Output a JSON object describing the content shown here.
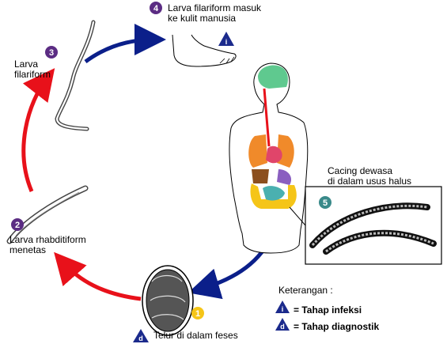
{
  "stages": [
    {
      "number": "1",
      "badge_color": "#f5c518",
      "lines": [
        "Telur di dalam feses"
      ],
      "marker": "d"
    },
    {
      "number": "2",
      "badge_color": "#5b2c83",
      "lines": [
        "Larva rhabditiform",
        "menetas"
      ]
    },
    {
      "number": "3",
      "badge_color": "#5b2c83",
      "lines": [
        "Larva",
        "filariform"
      ]
    },
    {
      "number": "4",
      "badge_color": "#5b2c83",
      "lines": [
        "Larva filariform masuk",
        "ke kulit manusia"
      ],
      "marker": "i"
    },
    {
      "number": "5",
      "badge_color": "#3a8a8a",
      "lines": [
        "Cacing dewasa",
        "di dalam usus halus"
      ]
    }
  ],
  "legend": {
    "title": "Keterangan :",
    "items": [
      {
        "marker": "i",
        "text": "= Tahap infeksi"
      },
      {
        "marker": "d",
        "text": "= Tahap diagnostik"
      }
    ]
  },
  "colors": {
    "red_arrow": "#e8111a",
    "blue_arrow": "#0b1f8a",
    "marker_fill": "#1b2a8c",
    "brain": "#5fc98f",
    "lungs": "#f08a2a",
    "heart": "#e0456a",
    "liver": "#8b4f1e",
    "stomach": "#8a5fc0",
    "intestine_large": "#f5c518",
    "intestine_small": "#4ab0b0",
    "airway": "#e8111a"
  }
}
